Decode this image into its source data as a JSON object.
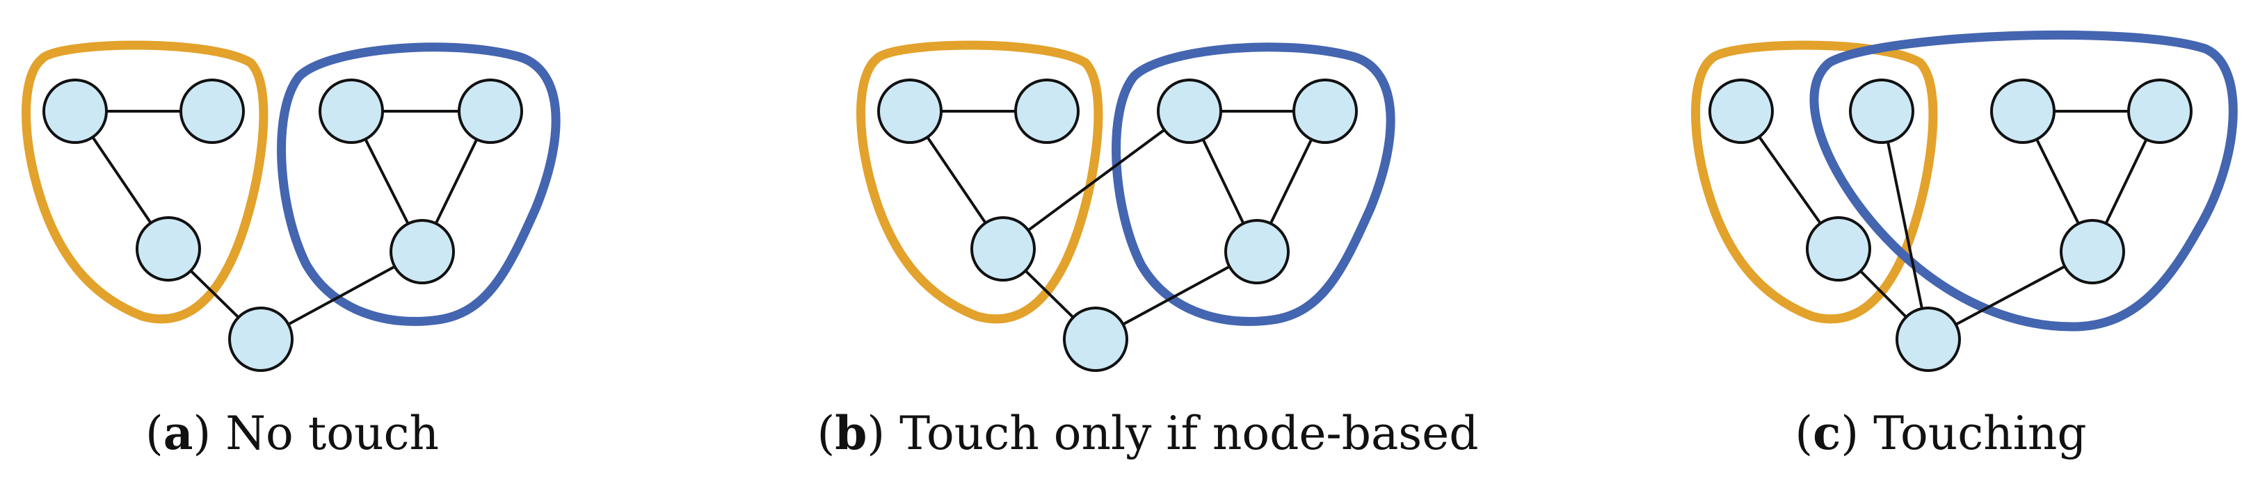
{
  "colors": {
    "node_fill": "#cce8f4",
    "node_stroke": "#111111",
    "edge": "#111111",
    "orange_group": "#e2a22b",
    "blue_group": "#4465b0"
  },
  "panels": [
    {
      "letter": "a",
      "title": "No touch"
    },
    {
      "letter": "b",
      "title": "Touch only if node-based"
    },
    {
      "letter": "c",
      "title": "Touching"
    }
  ]
}
